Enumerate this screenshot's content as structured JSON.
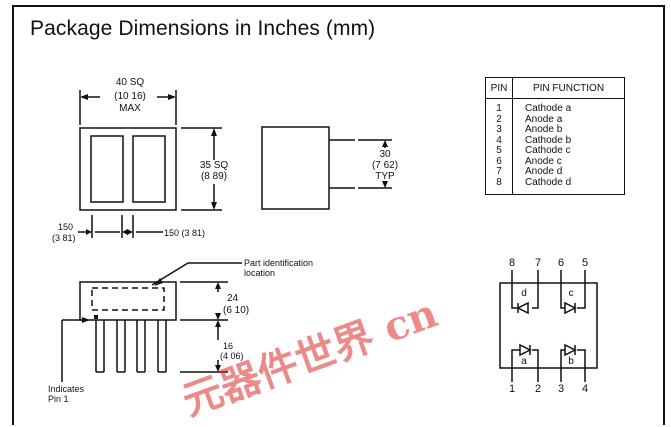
{
  "title": "Package Dimensions in Inches (mm)",
  "top_view": {
    "width_dim": [
      "40 SQ",
      "(10 16)",
      "MAX"
    ],
    "height_dim": [
      "35 SQ",
      "(8 89)"
    ],
    "left_spacing": [
      "150",
      "(3 81)"
    ],
    "right_spacing": "150 (3 81)"
  },
  "side_view": {
    "lead_spacing": [
      "30",
      "(7 62)",
      "TYP"
    ]
  },
  "front_view": {
    "part_id_note": [
      "Part identification",
      "location"
    ],
    "body_height": [
      "24",
      "(6 10)"
    ],
    "lead_length": [
      "16",
      "(4 06)"
    ],
    "pin1_note": [
      "Indicates",
      "Pin 1"
    ]
  },
  "pin_table": {
    "headers": [
      "PIN",
      "PIN FUNCTION"
    ],
    "rows": [
      {
        "pin": "1",
        "function": "Cathode a"
      },
      {
        "pin": "2",
        "function": "Anode a"
      },
      {
        "pin": "3",
        "function": "Anode b"
      },
      {
        "pin": "4",
        "function": "Cathode b"
      },
      {
        "pin": "5",
        "function": "Cathode c"
      },
      {
        "pin": "6",
        "function": "Anode c"
      },
      {
        "pin": "7",
        "function": "Anode d"
      },
      {
        "pin": "8",
        "function": "Cathode d"
      }
    ]
  },
  "schematic": {
    "top_pins": [
      "8",
      "7",
      "6",
      "5"
    ],
    "bottom_pins": [
      "1",
      "2",
      "3",
      "4"
    ],
    "diode_labels": [
      "d",
      "c",
      "a",
      "b"
    ]
  },
  "watermark": "元器件世界 cn"
}
